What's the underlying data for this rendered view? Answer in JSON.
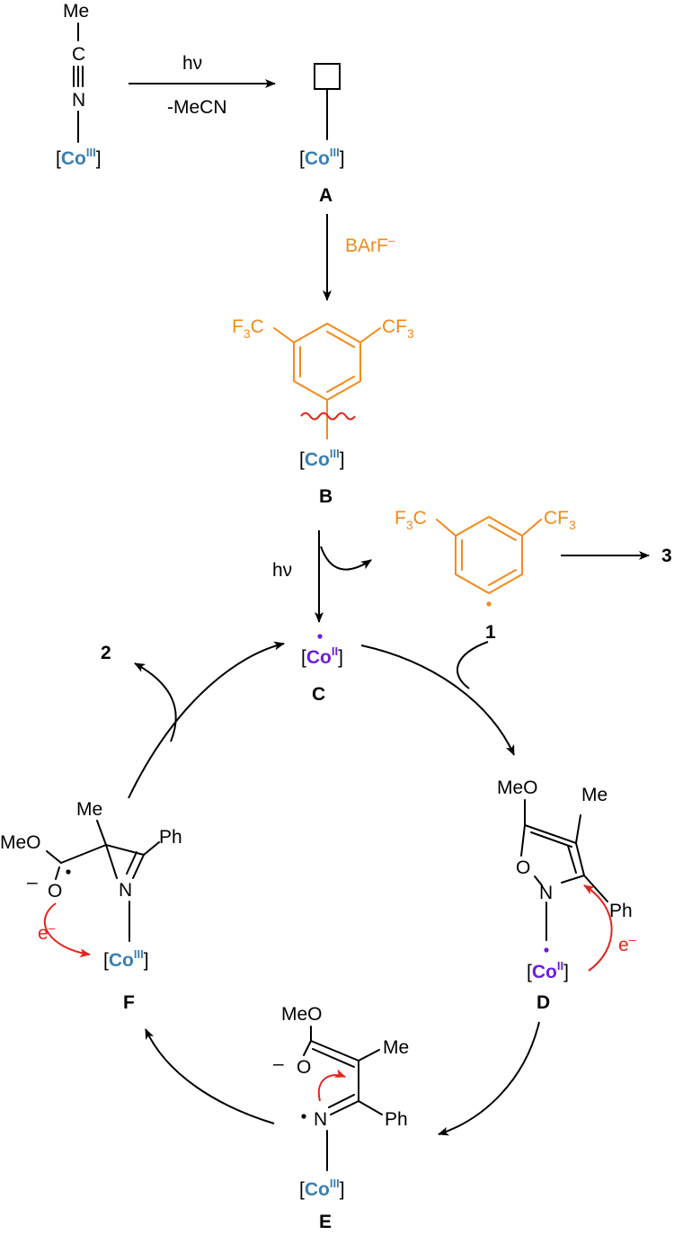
{
  "labels": {
    "Me": "Me",
    "C": "C",
    "N": "N",
    "O": "O",
    "MeO": "MeO",
    "Ph": "Ph",
    "F3C": "F3C",
    "CF3": "CF3",
    "hv": "hν",
    "minus_MeCN": "-MeCN",
    "BArF": "BArF",
    "e_minus": "e",
    "charge_minus": "–",
    "co_III_core": "Co",
    "co_III_ox": "III",
    "co_II_core": "Co",
    "co_II_ox": "II",
    "bracket_open": "[",
    "bracket_close": "]"
  },
  "compounds": {
    "A": "A",
    "B": "B",
    "C": "C",
    "D": "D",
    "E": "E",
    "F": "F",
    "n1": "1",
    "n2": "2",
    "n3": "3"
  },
  "colors": {
    "cobalt_III": "#3a7fb3",
    "cobalt_II": "#6a1fe0",
    "aryl": "#f28a1c",
    "electron": "#e5231b"
  }
}
